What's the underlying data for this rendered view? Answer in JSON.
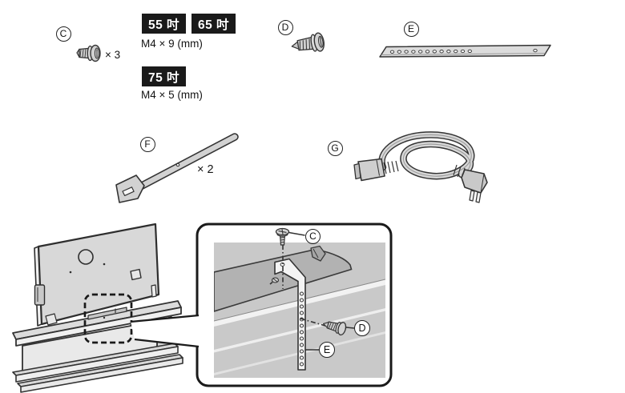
{
  "screw_specs": {
    "sizes_m4x9": [
      "55 吋",
      "65 吋"
    ],
    "spec_m4x9": "M4 × 9 (mm)",
    "sizes_m4x5": [
      "75 吋"
    ],
    "spec_m4x5": "M4 × 5 (mm)"
  },
  "parts_list": {
    "c": {
      "id": "C",
      "qty": "× 3",
      "icon": "flange-screw"
    },
    "d": {
      "id": "D",
      "icon": "tapping-screw"
    },
    "e": {
      "id": "E",
      "icon": "perforated-strip"
    },
    "f": {
      "id": "F",
      "qty": "× 2",
      "icon": "cable-tie"
    },
    "g": {
      "id": "G",
      "icon": "power-cord"
    }
  },
  "callout": {
    "labels": {
      "c": "C",
      "d": "D",
      "e": "E"
    }
  },
  "colors": {
    "badge_bg": "#1a1a1a",
    "badge_text": "#ffffff",
    "outline": "#333333",
    "panel_gray": "#c9c9c9",
    "part_gray": "#d8d8d8"
  }
}
